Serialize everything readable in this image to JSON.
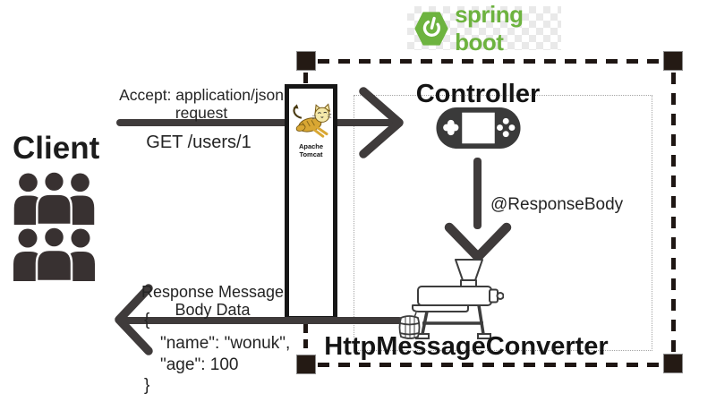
{
  "client": {
    "label": "Client"
  },
  "request": {
    "accept_header": "Accept: application/json",
    "request_label": "request",
    "method_line": "GET /users/1"
  },
  "tomcat": {
    "label": "Apache Tomcat"
  },
  "spring": {
    "label": "spring boot",
    "color": "#6DB33F"
  },
  "controller": {
    "label": "Controller"
  },
  "annotation": {
    "response_body": "@ResponseBody"
  },
  "converter": {
    "label": "HttpMessageConverter"
  },
  "response": {
    "line1": "Response Message",
    "line2": "Body Data"
  },
  "payload": {
    "brace_open": "{",
    "name_line": "\"name\": \"wonuk\",",
    "age_line": "\"age\": 100",
    "brace_close": "}"
  },
  "icons": {
    "client_icon": "people-group",
    "spring_icon": "spring-hexagon-power",
    "tomcat_icon": "tomcat-cat",
    "controller_icon": "game-controller",
    "converter_icon": "meat-grinder",
    "request_arrow": "arrow-right",
    "response_arrow": "arrow-left",
    "dispatch_arrow": "arrow-down"
  },
  "colors": {
    "arrow": "#3F3B3B",
    "handle_square": "#241A14",
    "spring_green": "#6DB33F",
    "ink": "#1E1E1E"
  }
}
